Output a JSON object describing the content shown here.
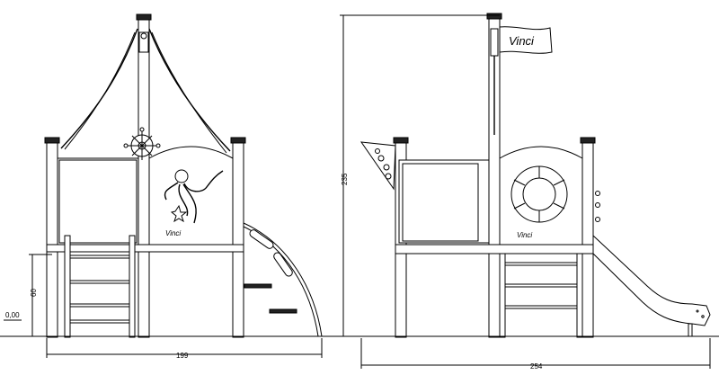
{
  "dimensions": {
    "width_left": "199",
    "width_right": "254",
    "height_total": "235",
    "height_platform": "60",
    "ground_level": "0,00"
  },
  "branding": {
    "flag_text": "Vinci",
    "panel_text_left": "Vinci",
    "panel_text_right": "Vinci"
  },
  "colors": {
    "line": "#000000",
    "background": "#ffffff"
  }
}
